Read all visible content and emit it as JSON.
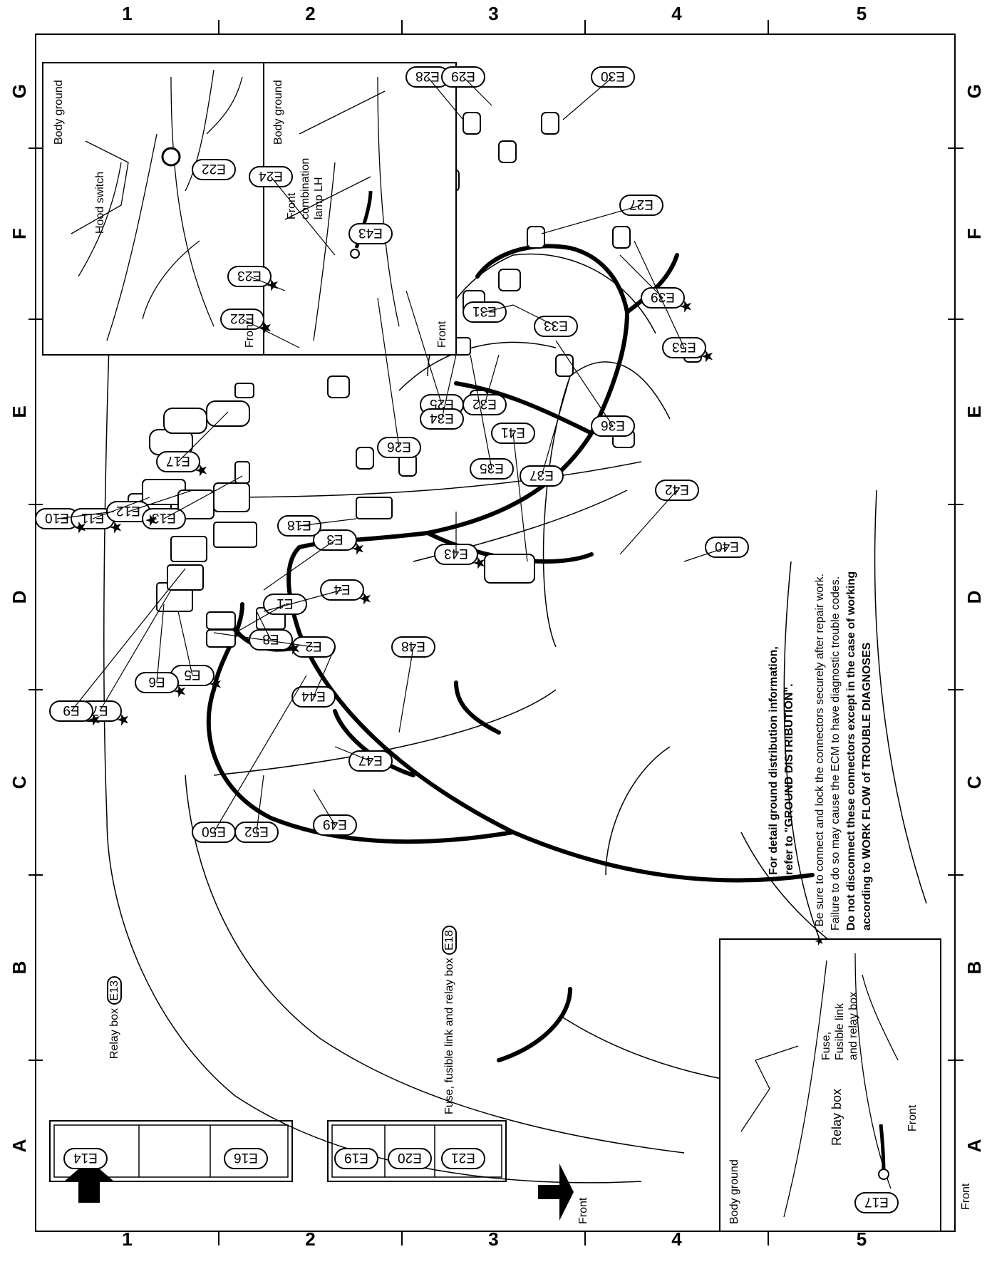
{
  "grid": {
    "columns": [
      "A",
      "B",
      "C",
      "D",
      "E",
      "F",
      "G"
    ],
    "rows": [
      "1",
      "2",
      "3",
      "4",
      "5"
    ]
  },
  "connectors": [
    "E1",
    "E2",
    "E3",
    "E4",
    "E5",
    "E6",
    "E7",
    "E8",
    "E9",
    "E10",
    "E11",
    "E12",
    "E13",
    "E14",
    "E16",
    "E17",
    "E18",
    "E19",
    "E20",
    "E21",
    "E22",
    "E23",
    "E24",
    "E25",
    "E26",
    "E27",
    "E28",
    "E29",
    "E30",
    "E31",
    "E32",
    "E33",
    "E34",
    "E35",
    "E36",
    "E37",
    "E39",
    "E40",
    "E41",
    "E42",
    "E43",
    "E44",
    "E47",
    "E48",
    "E49",
    "E50",
    "E52",
    "E53"
  ],
  "starred_connectors": [
    "E3",
    "E4",
    "E5",
    "E6",
    "E7",
    "E8",
    "E9",
    "E10",
    "E11",
    "E12",
    "E17",
    "E22",
    "E23",
    "E39",
    "E43",
    "E53"
  ],
  "relay_box": {
    "label": "Relay box",
    "code": "E13",
    "cells": [
      "E14",
      "",
      "E16"
    ]
  },
  "fuse_box": {
    "label": "Fuse, fusible link and relay box",
    "code": "E18",
    "cells": [
      "E19",
      "E20",
      "E21"
    ]
  },
  "front_label": "Front",
  "inset_hood": {
    "title": "Body ground",
    "part": "Hood switch",
    "connector": "E22",
    "front": "Front"
  },
  "inset_lamp": {
    "title": "Body ground",
    "part_line1": "Front",
    "part_line2": "combination",
    "part_line3": "lamp LH",
    "connector": "E43",
    "front": "Front"
  },
  "inset_fuse": {
    "title": "Body ground",
    "part_line1": "Fuse,",
    "part_line2": "Fusible link",
    "part_line3": "and relay box",
    "connector": "E17",
    "front": "Front"
  },
  "notes": {
    "ground_line1": "For detail ground distribution information,",
    "ground_line2": "refer to \"GROUND DISTRIBUTION\".",
    "star_symbol": "★",
    "star_line1": ": Be sure to connect and lock the connectors securely after repair work.",
    "star_line2": "Failure to do so may cause the ECM to have diagnostic trouble codes.",
    "star_line3": "Do not disconnect these connectors except in the case of working",
    "star_line4": "according to WORK FLOW of TROUBLE DIAGNOSES"
  }
}
